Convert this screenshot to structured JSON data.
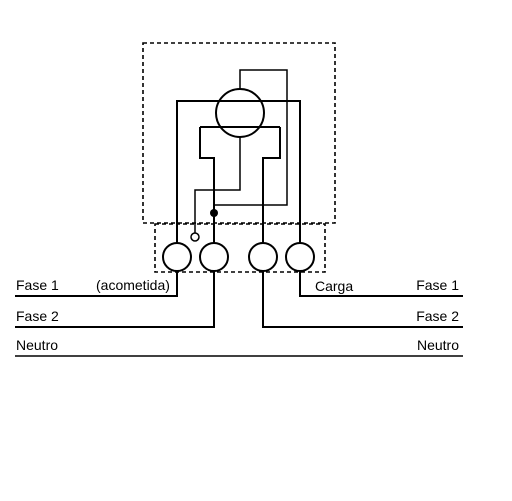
{
  "labels": {
    "left_fase1": "Fase 1",
    "left_fase2": "Fase 2",
    "left_neutro": "Neutro",
    "acometida": "(acometida)",
    "carga": "Carga",
    "right_fase1": "Fase 1",
    "right_fase2": "Fase 2",
    "right_neutro": "Neutro"
  }
}
